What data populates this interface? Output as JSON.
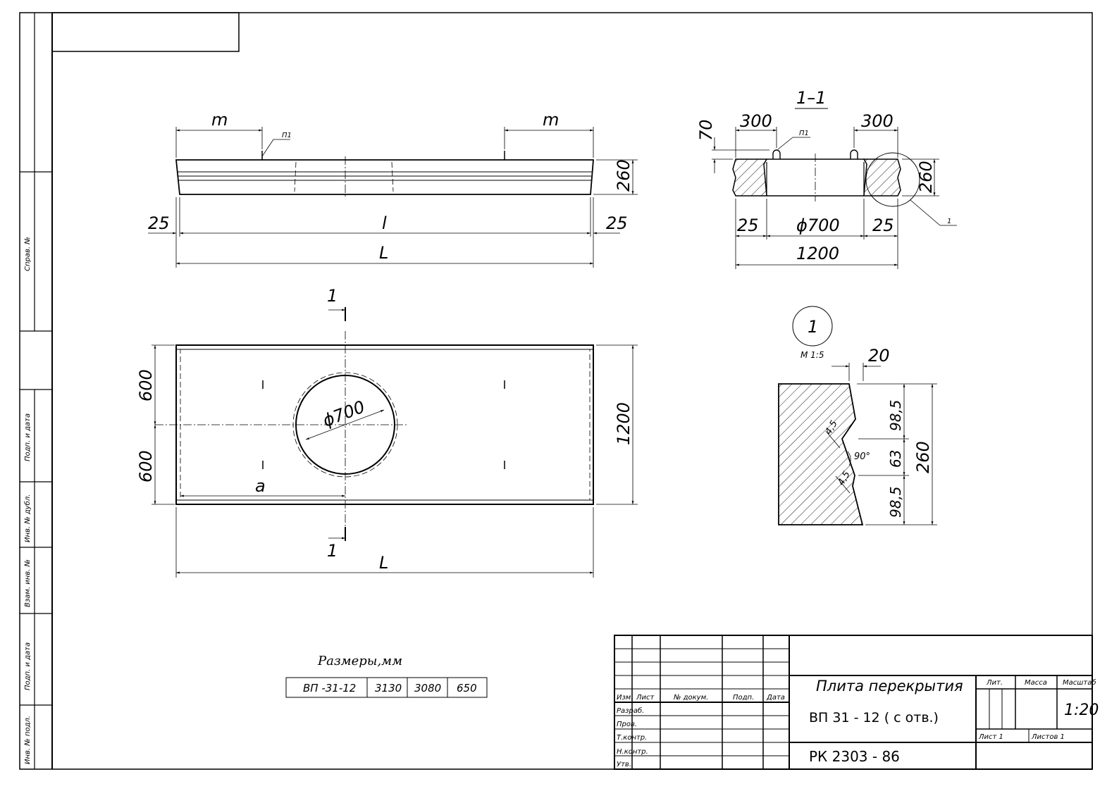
{
  "side_strip": {
    "sprav": "Справ. №",
    "podp_data_1": "Подп. и дата",
    "inv_dubl": "Инв. № дубл.",
    "vzam_inv": "Взам. инв. №",
    "podp_data_2": "Подп. и дата",
    "inv_podl": "Инв. № подл."
  },
  "top_view": {
    "m_left": "m",
    "m_right": "m",
    "p1": "П1",
    "h260": "260",
    "d25_left": "25",
    "d25_right": "25",
    "l_small": "l",
    "L": "L"
  },
  "section": {
    "title": "1–1",
    "d70": "70",
    "d300_left": "300",
    "d300_right": "300",
    "p1": "П1",
    "h260": "260",
    "d25_left": "25",
    "phi700": "ϕ700",
    "d25_right": "25",
    "d1200": "1200",
    "callout": "1"
  },
  "plan": {
    "cut_top": "1",
    "cut_bottom": "1",
    "d600_top": "600",
    "d600_bottom": "600",
    "phi700": "ϕ700",
    "a": "a",
    "d1200": "1200",
    "L": "L"
  },
  "detail": {
    "number": "1",
    "scale": "М 1:5",
    "d20": "20",
    "d98_top": "98,5",
    "d63": "63",
    "d98_bottom": "98,5",
    "d260": "260",
    "d45_top": "4,5",
    "d45_bottom": "4,5",
    "angle": "90°"
  },
  "sizes_table": {
    "title": "Размеры,мм",
    "cells": [
      "ВП -31-12",
      "3130",
      "3080",
      "650"
    ]
  },
  "title_block": {
    "col_izm": "Изм.",
    "col_list": "Лист",
    "col_doc": "№ докум.",
    "col_podp": "Подп.",
    "col_data": "Дата",
    "razrab": "Разраб.",
    "prov": "Пров.",
    "tkontr": "Т.контр.",
    "nkontr": "Н.контр.",
    "utv": "Утв.",
    "name_line1": "Плита перекрытия",
    "name_line2": "ВП 31 - 12 ( с отв.)",
    "lit": "Лит.",
    "massa": "Масса",
    "masshtab": "Масштаб",
    "scale_value": "1:20",
    "sheet": "Лист 1",
    "sheets": "Листов 1",
    "code": "РК 2303 - 86"
  }
}
